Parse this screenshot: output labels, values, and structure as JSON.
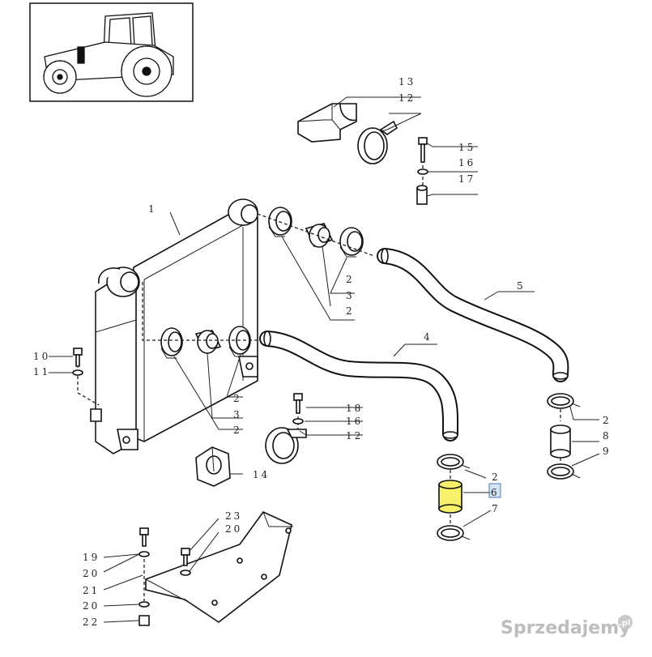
{
  "labels": {
    "l1": "1",
    "l2a": "2",
    "l2b": "2",
    "l2c": "2",
    "l2d": "2",
    "l2e": "2",
    "l2f": "2",
    "l3a": "3",
    "l3b": "3",
    "l4": "4",
    "l5": "5",
    "l6": "6",
    "l7": "7",
    "l8": "8",
    "l9": "9",
    "l10": "10",
    "l11": "11",
    "l12a": "12",
    "l12b": "12",
    "l13": "13",
    "l14": "14",
    "l15": "15",
    "l16a": "16",
    "l16b": "16",
    "l17": "17",
    "l18": "18",
    "l19": "19",
    "l20a": "20",
    "l20b": "20",
    "l20c": "20",
    "l21": "21",
    "l22": "22",
    "l23": "23"
  },
  "watermark": "Sprzedajemy",
  "watermark_suffix": ".pl",
  "colors": {
    "highlight_part": "#f7f06a",
    "callout_box": "#a9c6e6"
  }
}
